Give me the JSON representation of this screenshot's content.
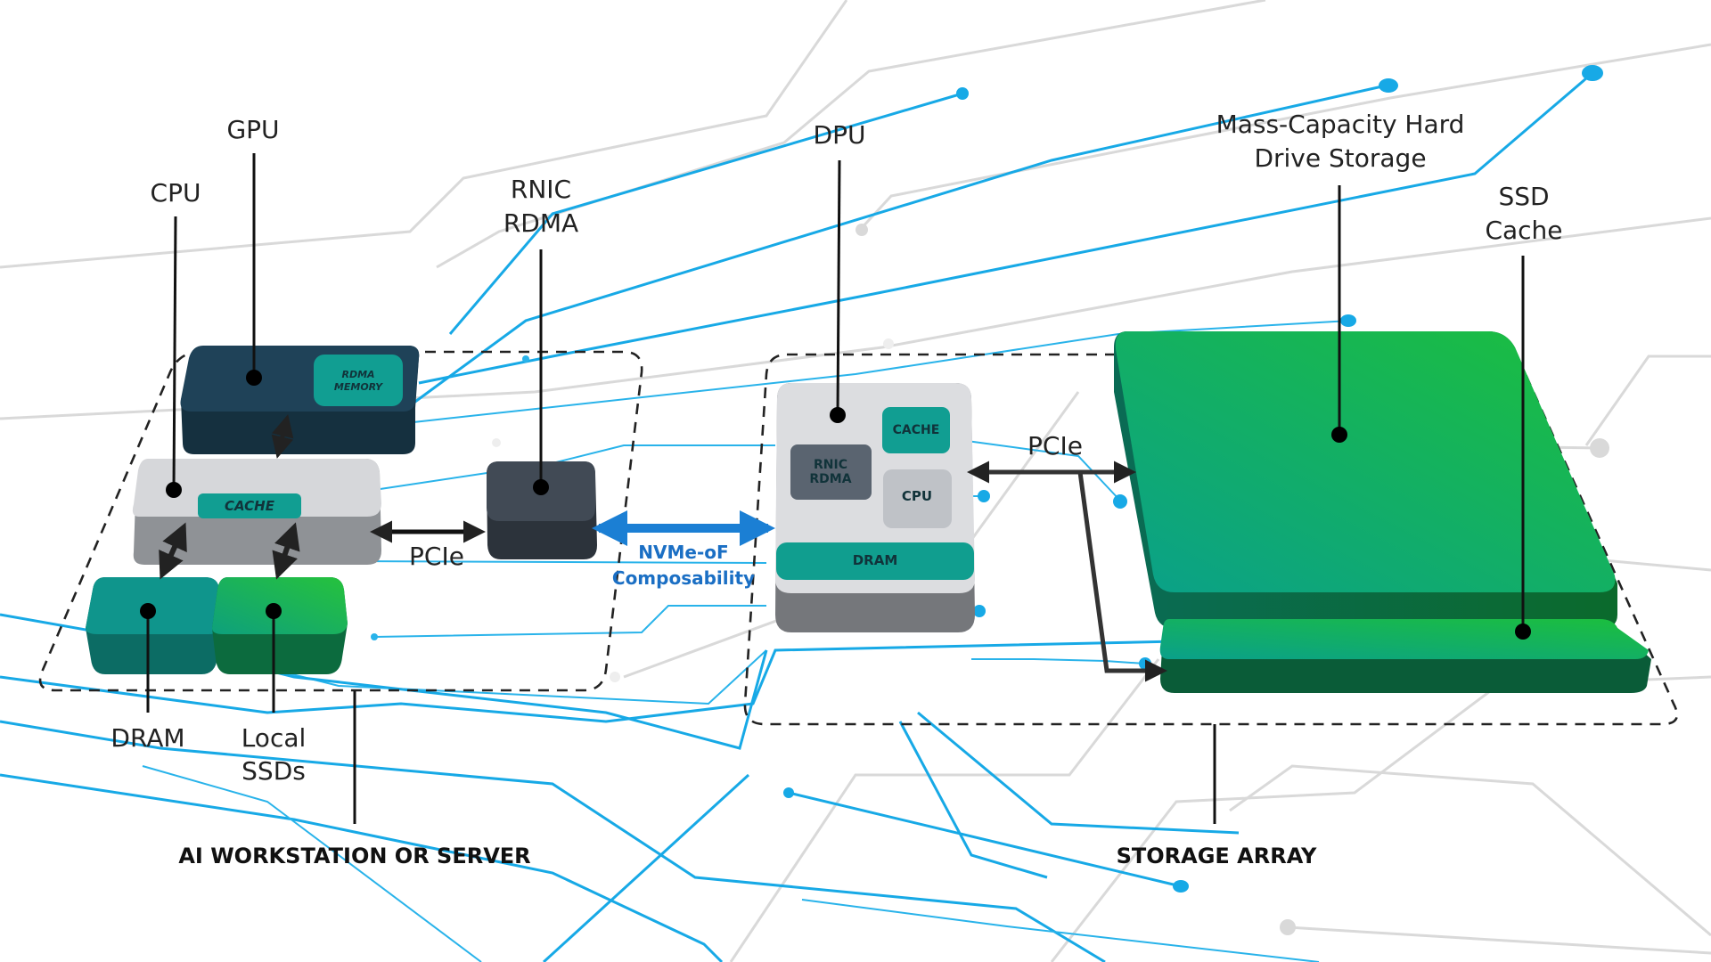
{
  "labels": {
    "gpu": "GPU",
    "cpu": "CPU",
    "rnic_line1": "RNIC",
    "rnic_line2": "RDMA",
    "dpu": "DPU",
    "mass_line1": "Mass-Capacity Hard",
    "mass_line2": "Drive Storage",
    "ssd_line1": "SSD",
    "ssd_line2": "Cache",
    "dram": "DRAM",
    "local_line1": "Local",
    "local_line2": "SSDs",
    "pcie_left": "PCIe",
    "pcie_right": "PCIe",
    "nvme_line1": "NVMe-oF",
    "nvme_line2": "Composability"
  },
  "chips": {
    "rdma_memory_line1": "RDMA",
    "rdma_memory_line2": "MEMORY",
    "cpu_cache": "CACHE",
    "dpu_cache": "CACHE",
    "dpu_rnic_line1": "RNIC",
    "dpu_rnic_line2": "RDMA",
    "dpu_cpu": "CPU",
    "dpu_dram": "DRAM"
  },
  "groups": {
    "workstation": "AI WORKSTATION OR SERVER",
    "storage": "STORAGE ARRAY"
  },
  "colors": {
    "teal": "#0e9e8e",
    "green": "#15b04a",
    "gpu_dark": "#1d3f55",
    "rnic_dark": "#3d4651",
    "light_gray": "#d4d6da",
    "nvme_blue": "#1b7fd4",
    "circuit_blue": "#29b3ea",
    "circuit_gray": "#d9d9d9"
  }
}
